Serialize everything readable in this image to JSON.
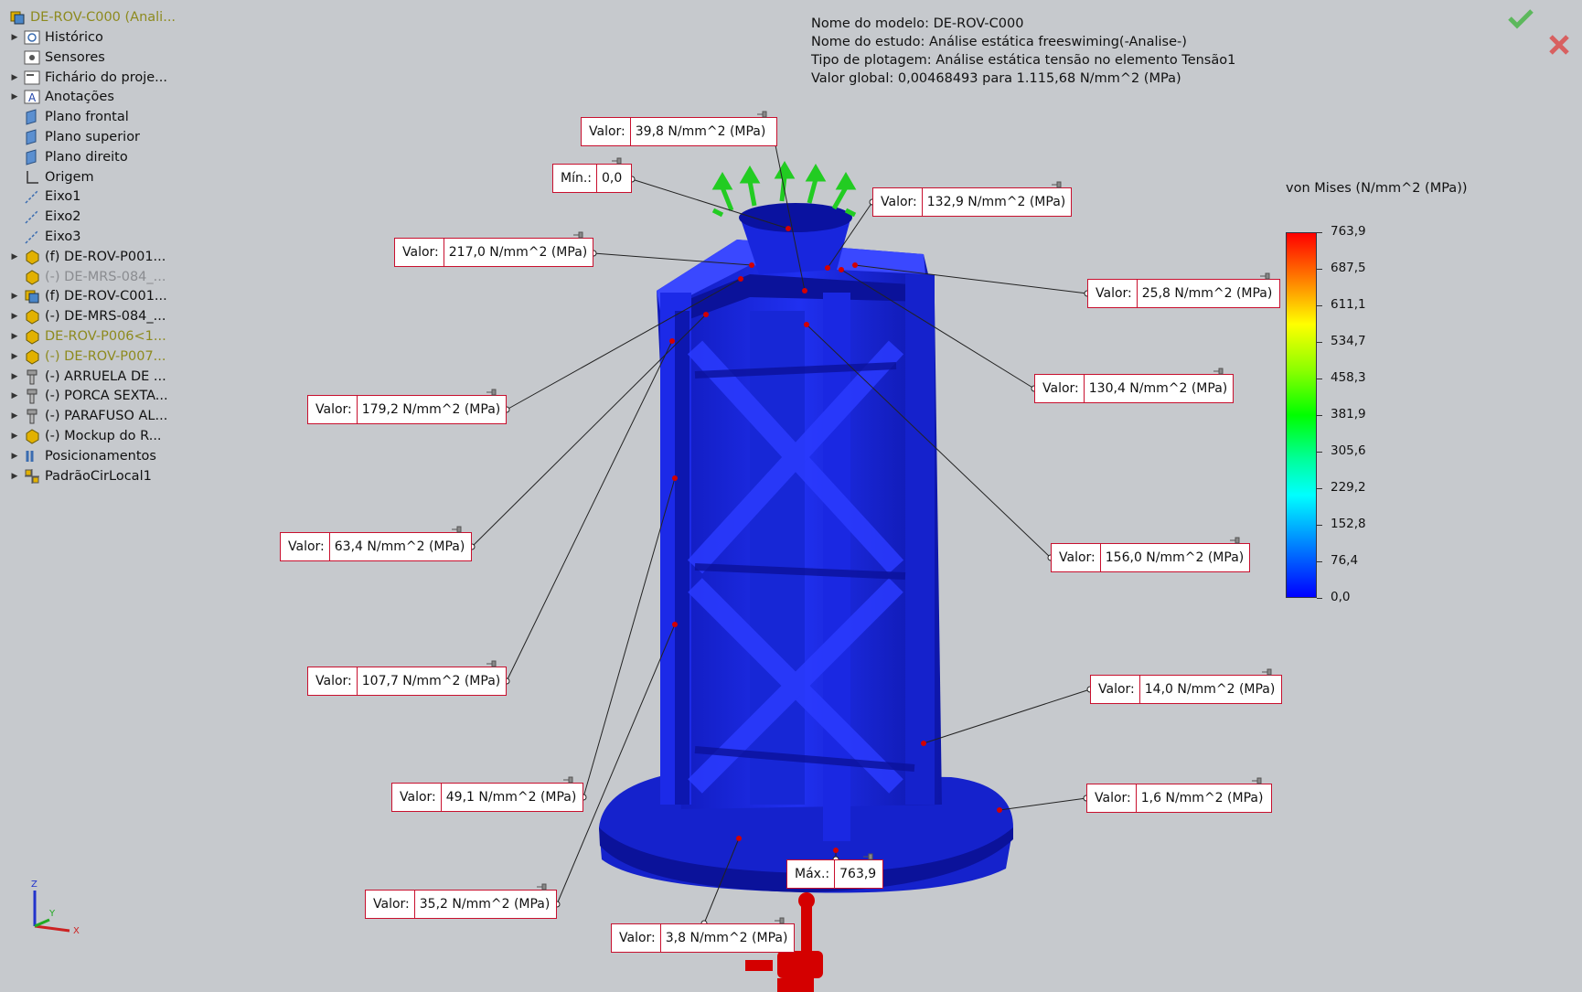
{
  "tree": {
    "root": "DE-ROV-C000 (Anali...",
    "items": [
      {
        "label": "Histórico",
        "icon": "history-icon",
        "expandable": true,
        "style": "normal"
      },
      {
        "label": "Sensores",
        "icon": "sensor-icon",
        "expandable": false,
        "style": "normal"
      },
      {
        "label": "Fichário do proje...",
        "icon": "binder-icon",
        "expandable": true,
        "style": "normal"
      },
      {
        "label": "Anotações",
        "icon": "annotation-icon",
        "expandable": true,
        "style": "normal"
      },
      {
        "label": "Plano frontal",
        "icon": "plane-icon",
        "expandable": false,
        "style": "normal"
      },
      {
        "label": "Plano superior",
        "icon": "plane-icon",
        "expandable": false,
        "style": "normal"
      },
      {
        "label": "Plano direito",
        "icon": "plane-icon",
        "expandable": false,
        "style": "normal"
      },
      {
        "label": "Origem",
        "icon": "origin-icon",
        "expandable": false,
        "style": "normal"
      },
      {
        "label": "Eixo1",
        "icon": "axis-icon",
        "expandable": false,
        "style": "normal"
      },
      {
        "label": "Eixo2",
        "icon": "axis-icon",
        "expandable": false,
        "style": "normal"
      },
      {
        "label": "Eixo3",
        "icon": "axis-icon",
        "expandable": false,
        "style": "normal"
      },
      {
        "label": "(f) DE-ROV-P001...",
        "icon": "part-icon",
        "expandable": true,
        "style": "normal"
      },
      {
        "label": "(-) DE-MRS-084_...",
        "icon": "part-icon",
        "expandable": false,
        "style": "gray"
      },
      {
        "label": "(f) DE-ROV-C001...",
        "icon": "assembly-icon",
        "expandable": true,
        "style": "normal"
      },
      {
        "label": "(-) DE-MRS-084_...",
        "icon": "part-icon",
        "expandable": true,
        "style": "normal"
      },
      {
        "label": "DE-ROV-P006<1...",
        "icon": "part-icon",
        "expandable": true,
        "style": "olive"
      },
      {
        "label": "(-) DE-ROV-P007...",
        "icon": "part-icon",
        "expandable": true,
        "style": "olive"
      },
      {
        "label": "(-) ARRUELA DE ...",
        "icon": "fastener-icon",
        "expandable": true,
        "style": "normal"
      },
      {
        "label": "(-) PORCA SEXTA...",
        "icon": "fastener-icon",
        "expandable": true,
        "style": "normal"
      },
      {
        "label": "(-) PARAFUSO AL...",
        "icon": "fastener-icon",
        "expandable": true,
        "style": "normal"
      },
      {
        "label": "(-) Mockup do R...",
        "icon": "part-icon",
        "expandable": true,
        "style": "normal"
      },
      {
        "label": "Posicionamentos",
        "icon": "mate-icon",
        "expandable": true,
        "style": "normal"
      },
      {
        "label": "PadrãoCirLocal1",
        "icon": "pattern-icon",
        "expandable": true,
        "style": "normal"
      }
    ]
  },
  "info": {
    "line1": "Nome do modelo: DE-ROV-C000",
    "line2": "Nome do estudo: Análise estática freeswiming(-Analise-)",
    "line3": "Tipo de plotagem: Análise estática tensão no elemento Tensão1",
    "line4": "Valor global: 0,00468493 para 1.115,68 N/mm^2 (MPa)"
  },
  "legend": {
    "title": "von Mises (N/mm^2 (MPa))",
    "ticks": [
      "763,9",
      "687,5",
      "611,1",
      "534,7",
      "458,3",
      "381,9",
      "305,6",
      "229,2",
      "152,8",
      "76,4",
      "0,0"
    ]
  },
  "callouts": [
    {
      "key": "Valor:",
      "value": "39,8 N/mm^2 (MPa)"
    },
    {
      "key": "Mín.:",
      "value": "0,0"
    },
    {
      "key": "Valor:",
      "value": "132,9 N/mm^2 (MPa)"
    },
    {
      "key": "Valor:",
      "value": "217,0 N/mm^2 (MPa)"
    },
    {
      "key": "Valor:",
      "value": "25,8 N/mm^2 (MPa)"
    },
    {
      "key": "Valor:",
      "value": "130,4 N/mm^2 (MPa)"
    },
    {
      "key": "Valor:",
      "value": "179,2 N/mm^2 (MPa)"
    },
    {
      "key": "Valor:",
      "value": "63,4 N/mm^2 (MPa)"
    },
    {
      "key": "Valor:",
      "value": "156,0 N/mm^2 (MPa)"
    },
    {
      "key": "Valor:",
      "value": "107,7 N/mm^2 (MPa)"
    },
    {
      "key": "Valor:",
      "value": "14,0 N/mm^2 (MPa)"
    },
    {
      "key": "Valor:",
      "value": "49,1 N/mm^2 (MPa)"
    },
    {
      "key": "Valor:",
      "value": "1,6 N/mm^2 (MPa)"
    },
    {
      "key": "Máx.:",
      "value": "763,9"
    },
    {
      "key": "Valor:",
      "value": "35,2 N/mm^2 (MPa)"
    },
    {
      "key": "Valor:",
      "value": "3,8 N/mm^2 (MPa)"
    }
  ],
  "triad": {
    "z": "Z",
    "y": "Y",
    "x": "X"
  },
  "colors": {
    "callout_border": "#c8102e",
    "model_blue": "#1a25e0",
    "background": "#c6c9cd"
  }
}
